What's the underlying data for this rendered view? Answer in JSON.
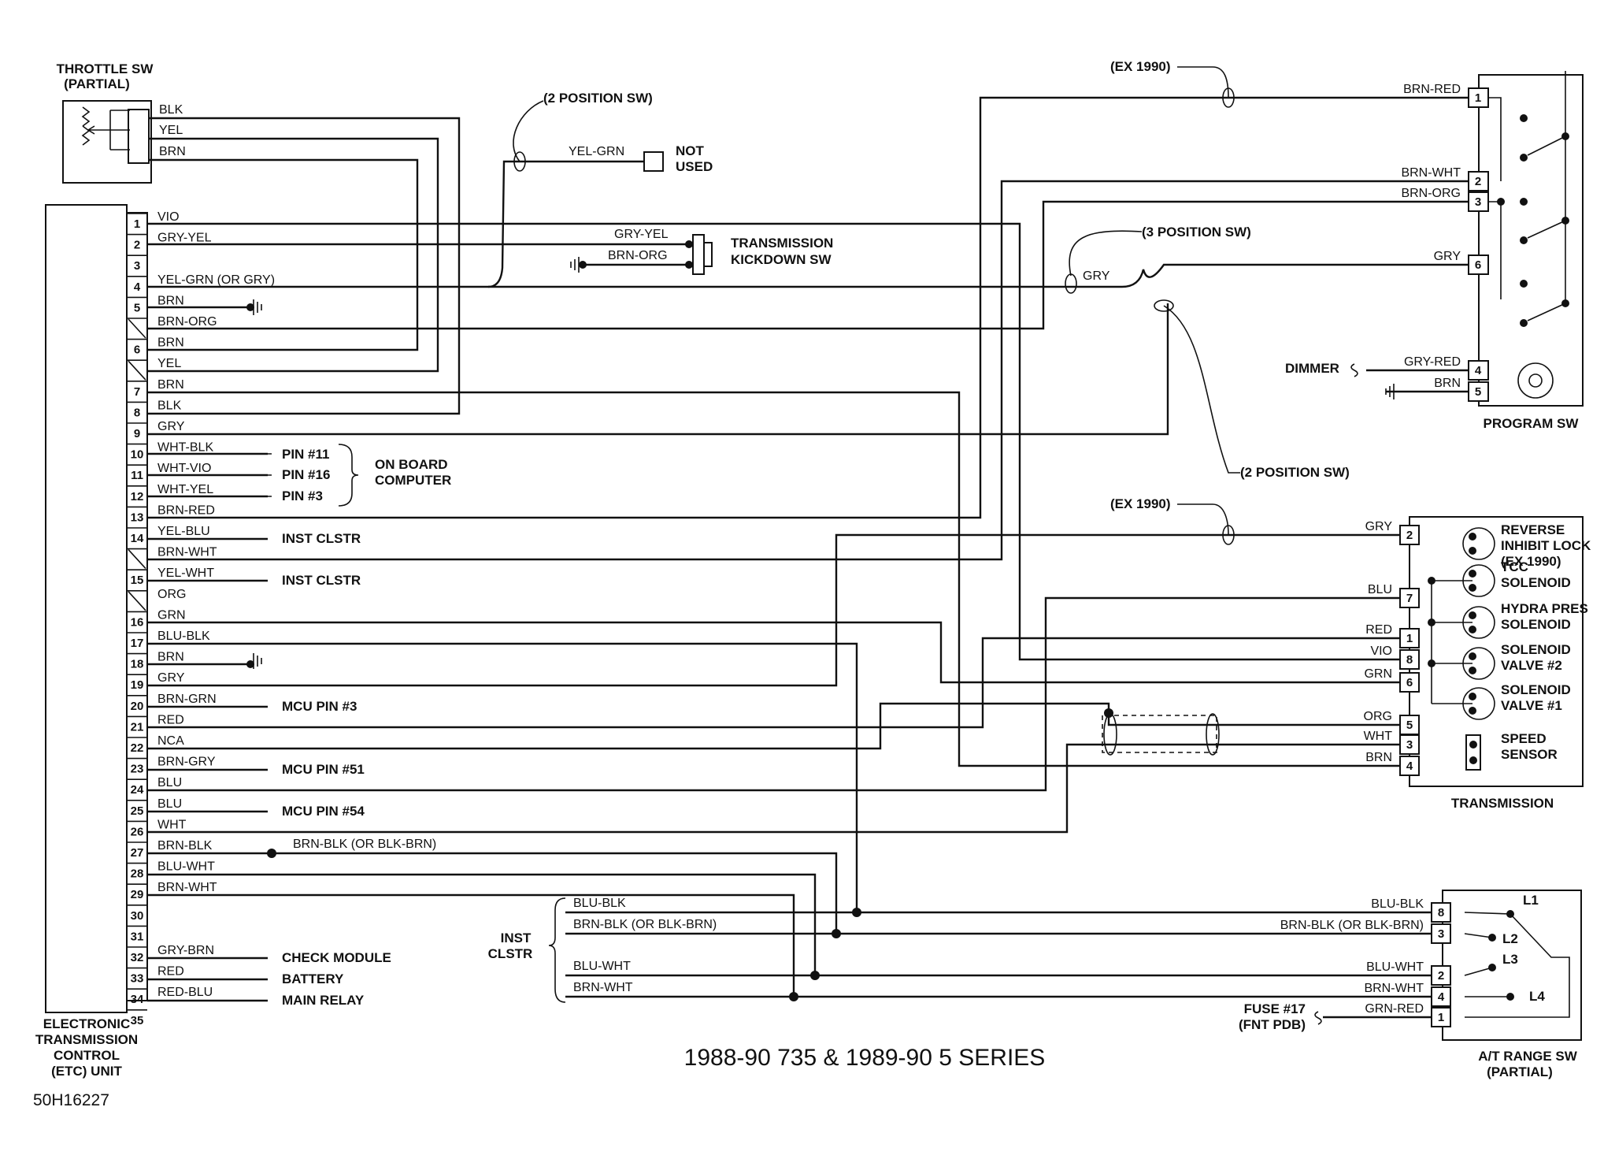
{
  "diagram": {
    "title": "1988-90 735 & 1989-90 5 SERIES",
    "figure_id": "50H16227"
  },
  "components": {
    "throttle_sw": [
      "THROTTLE SW",
      "(PARTIAL)"
    ],
    "etc_unit": [
      "ELECTRONIC",
      "TRANSMISSION",
      "CONTROL",
      "(ETC) UNIT"
    ],
    "program_sw": "PROGRAM SW",
    "transmission": "TRANSMISSION",
    "at_range_sw": [
      "A/T RANGE SW",
      "(PARTIAL)"
    ],
    "kickdown_sw": [
      "TRANSMISSION",
      "KICKDOWN SW"
    ],
    "not_used": [
      "NOT",
      "USED"
    ],
    "on_board_computer": [
      "ON BOARD",
      "COMPUTER"
    ],
    "inst_clstr_group": [
      "INST",
      "CLSTR"
    ],
    "dimmer": "DIMMER",
    "fuse": [
      "FUSE #17",
      "(FNT PDB)"
    ]
  },
  "notes": {
    "two_pos_sw_top": "(2 POSITION SW)",
    "three_pos_sw": "(3 POSITION SW)",
    "two_pos_sw_mid": "(2 POSITION SW)",
    "ex1990_top": "(EX 1990)",
    "ex1990_mid": "(EX 1990)"
  },
  "throttle_wires": [
    "BLK",
    "YEL",
    "BRN"
  ],
  "etc_pins": [
    {
      "pin": "1",
      "wire": "VIO"
    },
    {
      "pin": "2",
      "wire": "GRY-YEL"
    },
    {
      "pin": "3",
      "wire": ""
    },
    {
      "pin": "4",
      "wire": "YEL-GRN (OR GRY)"
    },
    {
      "pin": "5",
      "wire": "BRN"
    },
    {
      "pin": "",
      "wire": "BRN-ORG"
    },
    {
      "pin": "6",
      "wire": "BRN"
    },
    {
      "pin": "",
      "wire": "YEL"
    },
    {
      "pin": "7",
      "wire": "BRN"
    },
    {
      "pin": "8",
      "wire": "BLK"
    },
    {
      "pin": "9",
      "wire": "GRY"
    },
    {
      "pin": "10",
      "wire": "WHT-BLK"
    },
    {
      "pin": "11",
      "wire": "WHT-VIO"
    },
    {
      "pin": "12",
      "wire": "WHT-YEL"
    },
    {
      "pin": "13",
      "wire": "BRN-RED"
    },
    {
      "pin": "14",
      "wire": "YEL-BLU"
    },
    {
      "pin": "",
      "wire": "BRN-WHT"
    },
    {
      "pin": "15",
      "wire": "YEL-WHT"
    },
    {
      "pin": "",
      "wire": "ORG"
    },
    {
      "pin": "16",
      "wire": "GRN"
    },
    {
      "pin": "17",
      "wire": "BLU-BLK"
    },
    {
      "pin": "18",
      "wire": "BRN"
    },
    {
      "pin": "19",
      "wire": "GRY"
    },
    {
      "pin": "20",
      "wire": "BRN-GRN"
    },
    {
      "pin": "21",
      "wire": "RED"
    },
    {
      "pin": "22",
      "wire": "NCA"
    },
    {
      "pin": "23",
      "wire": "BRN-GRY"
    },
    {
      "pin": "24",
      "wire": "BLU"
    },
    {
      "pin": "25",
      "wire": "BLU"
    },
    {
      "pin": "26",
      "wire": "WHT"
    },
    {
      "pin": "27",
      "wire": "BRN-BLK"
    },
    {
      "pin": "28",
      "wire": "BLU-WHT"
    },
    {
      "pin": "29",
      "wire": "BRN-WHT"
    },
    {
      "pin": "30",
      "wire": ""
    },
    {
      "pin": "31",
      "wire": ""
    },
    {
      "pin": "32",
      "wire": "GRY-BRN"
    },
    {
      "pin": "33",
      "wire": "RED"
    },
    {
      "pin": "34",
      "wire": "RED-BLU"
    },
    {
      "pin": "35",
      "wire": ""
    }
  ],
  "side_labels": {
    "pin11": "PIN #11",
    "pin16": "PIN #16",
    "pin3": "PIN #3",
    "inst_clstr_a": "INST CLSTR",
    "inst_clstr_b": "INST CLSTR",
    "mcu3": "MCU PIN #3",
    "mcu51": "MCU PIN #51",
    "mcu54": "MCU PIN #54",
    "check_module": "CHECK MODULE",
    "battery": "BATTERY",
    "main_relay": "MAIN RELAY",
    "brn_blk_alt": "BRN-BLK (OR BLK-BRN)"
  },
  "middle_wires": {
    "yel_grn_top": "YEL-GRN",
    "gry_yel": "GRY-YEL",
    "brn_org": "BRN-ORG",
    "gry_3pos": "GRY"
  },
  "program_sw": {
    "pins": [
      "1",
      "2",
      "3",
      "6",
      "4",
      "5"
    ],
    "wires": [
      "BRN-RED",
      "BRN-WHT",
      "BRN-ORG",
      "GRY",
      "GRY-RED",
      "BRN"
    ]
  },
  "transmission": {
    "pins": [
      "2",
      "7",
      "1",
      "8",
      "6",
      "5",
      "3",
      "4"
    ],
    "wires": [
      "GRY",
      "BLU",
      "RED",
      "VIO",
      "GRN",
      "ORG",
      "WHT",
      "BRN"
    ],
    "parts": [
      [
        "REVERSE",
        "INHIBIT LOCK",
        "(EX 1990)"
      ],
      [
        "TCC",
        "SOLENOID"
      ],
      [
        "HYDRA PRES",
        "SOLENOID"
      ],
      [
        "SOLENOID",
        "VALVE #2"
      ],
      [
        "SOLENOID",
        "VALVE #1"
      ],
      [
        "SPEED",
        "SENSOR"
      ]
    ]
  },
  "at_range_sw": {
    "pins": [
      "8",
      "3",
      "2",
      "4",
      "1"
    ],
    "wires": [
      "BLU-BLK",
      "BRN-BLK (OR BLK-BRN)",
      "BLU-WHT",
      "BRN-WHT",
      "GRN-RED"
    ],
    "contacts": [
      "L1",
      "L2",
      "L3",
      "L4"
    ]
  },
  "inst_clstr_wires": [
    "BLU-BLK",
    "BRN-BLK (OR BLK-BRN)",
    "BLU-WHT",
    "BRN-WHT"
  ]
}
